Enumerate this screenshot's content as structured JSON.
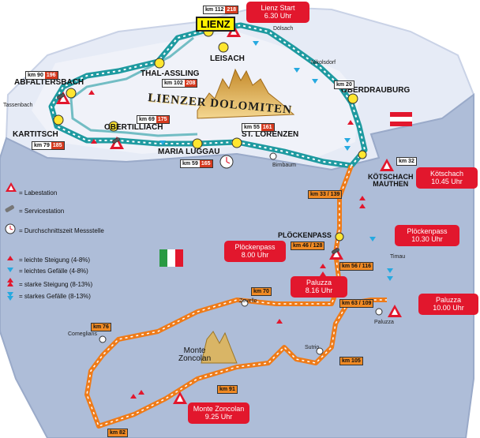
{
  "title": "LIENZER DOLOMITEN",
  "colors": {
    "austria_land": "#e6ebf6",
    "italy_land": "#aebdd8",
    "route_teal": "#1e9aa0",
    "route_orange": "#ef7b18",
    "callout_red": "#e2172d",
    "town_dot": "#ffe630"
  },
  "towns": {
    "lienz": "LIENZ",
    "leisach": "LEISACH",
    "doelsach": "Dölsach",
    "nikolsdorf": "Nikolsdorf",
    "oberdrauburg": "OBERDRAUBURG",
    "thal_assling": "THAL-ASSLING",
    "abfaltersbach": "ABFALTERSBACH",
    "tassenbach": "Tassenbach",
    "kartitsch": "KARTITSCH",
    "obertilliach": "OBERTILLIACH",
    "maria_luggau": "MARIA LUGGAU",
    "st_lorenzen": "ST. LORENZEN",
    "birnbaum": "Birnbaum",
    "koetschach": "KÖTSCHACH\nMAUTHEN",
    "ploeckenpass": "PLÖCKENPASS",
    "timau": "Timau",
    "paluzza": "Paluzza",
    "zovello": "Zovello",
    "comeglians": "Comeglians",
    "monte_zoncolan": "Monte\nZoncolan",
    "sutrio": "Sutrio"
  },
  "km_markers": [
    {
      "id": "lienz",
      "km": "km 112",
      "n": "218"
    },
    {
      "id": "abfaltersbach",
      "km": "km 90",
      "n": "196"
    },
    {
      "id": "thal",
      "km": "km 102",
      "n": "208"
    },
    {
      "id": "oberdrauburg",
      "km": "km 20",
      "n": ""
    },
    {
      "id": "obertilliach",
      "km": "km 69",
      "n": "175"
    },
    {
      "id": "kartitsch",
      "km": "km 79",
      "n": "185"
    },
    {
      "id": "st_lorenzen",
      "km": "km 55",
      "n": "161"
    },
    {
      "id": "maria_luggau",
      "km": "km 59",
      "n": "165"
    },
    {
      "id": "koetschach",
      "km": "km 32",
      "n": ""
    },
    {
      "id": "birnbaum",
      "km": "km 33 / 139",
      "n": ""
    },
    {
      "id": "ploeckenpass",
      "km": "km 46 / 128",
      "n": ""
    },
    {
      "id": "ploecken_s",
      "km": "km 56 / 116",
      "n": ""
    },
    {
      "id": "zovello",
      "km": "km 70",
      "n": ""
    },
    {
      "id": "paluzza",
      "km": "km 63 / 109",
      "n": ""
    },
    {
      "id": "comeglians",
      "km": "km 76",
      "n": ""
    },
    {
      "id": "sutrio",
      "km": "km 105",
      "n": ""
    },
    {
      "id": "zoncolan",
      "km": "km 91",
      "n": ""
    },
    {
      "id": "bottom",
      "km": "km 82",
      "n": ""
    }
  ],
  "callouts": {
    "lienz_start": {
      "name": "Lienz Start",
      "time": "6.30 Uhr"
    },
    "koetschach": {
      "name": "Kötschach",
      "time": "10.45 Uhr"
    },
    "ploeckenpass_r": {
      "name": "Plöckenpass",
      "time": "10.30 Uhr"
    },
    "ploeckenpass_l": {
      "name": "Plöckenpass",
      "time": "8.00 Uhr"
    },
    "paluzza_l": {
      "name": "Paluzza",
      "time": "8.16 Uhr"
    },
    "paluzza_r": {
      "name": "Paluzza",
      "time": "10.00 Uhr"
    },
    "monte_zoncolan": {
      "name": "Monte Zoncolan",
      "time": "9.25 Uhr"
    }
  },
  "legend": {
    "labestation": "= Labestation",
    "servicestation": "= Servicestation",
    "messstelle": "= Durchschnittszeit Messstelle",
    "leichte_steigung": "= leichte Steigung (4-8%)",
    "leichtes_gefaelle": "= leichtes Gefälle (4-8%)",
    "starke_steigung": "= starke Steigung (8-13%)",
    "starkes_gefaelle": "= starkes Gefälle (8-13%)"
  }
}
